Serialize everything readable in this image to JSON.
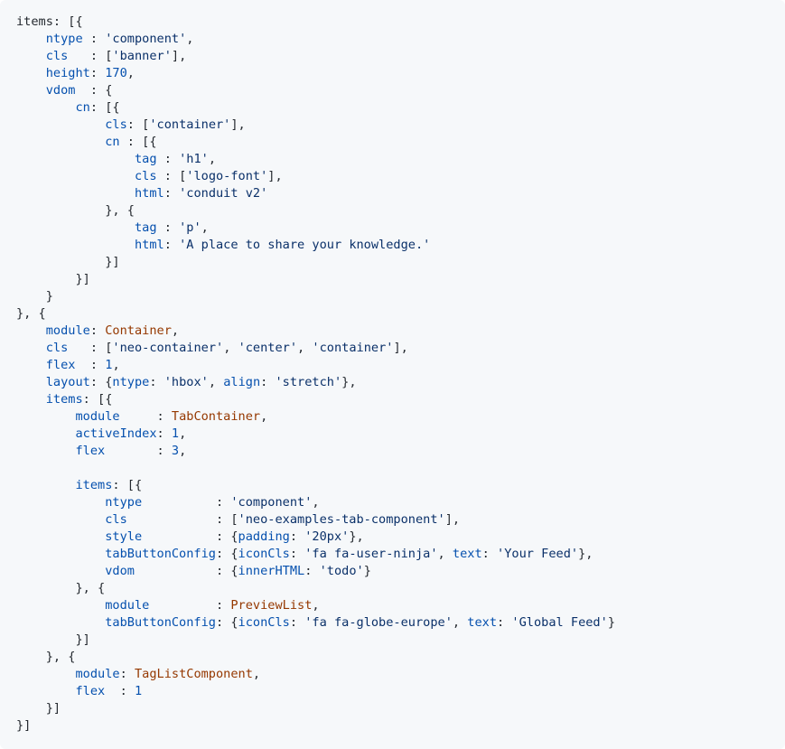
{
  "code_block": {
    "language": "javascript",
    "colors": {
      "background": "#f6f8fa",
      "plain": "#24292f",
      "key": "#0550ae",
      "string": "#0a3069",
      "number": "#0550ae",
      "identifier": "#953800"
    },
    "lines": [
      [
        {
          "t": "p",
          "v": "items: [{"
        }
      ],
      [
        {
          "t": "p",
          "v": "    "
        },
        {
          "t": "k",
          "v": "ntype"
        },
        {
          "t": "p",
          "v": " : "
        },
        {
          "t": "s",
          "v": "'component'"
        },
        {
          "t": "p",
          "v": ","
        }
      ],
      [
        {
          "t": "p",
          "v": "    "
        },
        {
          "t": "k",
          "v": "cls"
        },
        {
          "t": "p",
          "v": "   : ["
        },
        {
          "t": "s",
          "v": "'banner'"
        },
        {
          "t": "p",
          "v": "],"
        }
      ],
      [
        {
          "t": "p",
          "v": "    "
        },
        {
          "t": "k",
          "v": "height"
        },
        {
          "t": "p",
          "v": ": "
        },
        {
          "t": "n",
          "v": "170"
        },
        {
          "t": "p",
          "v": ","
        }
      ],
      [
        {
          "t": "p",
          "v": "    "
        },
        {
          "t": "k",
          "v": "vdom"
        },
        {
          "t": "p",
          "v": "  : {"
        }
      ],
      [
        {
          "t": "p",
          "v": "        "
        },
        {
          "t": "k",
          "v": "cn"
        },
        {
          "t": "p",
          "v": ": [{"
        }
      ],
      [
        {
          "t": "p",
          "v": "            "
        },
        {
          "t": "k",
          "v": "cls"
        },
        {
          "t": "p",
          "v": ": ["
        },
        {
          "t": "s",
          "v": "'container'"
        },
        {
          "t": "p",
          "v": "],"
        }
      ],
      [
        {
          "t": "p",
          "v": "            "
        },
        {
          "t": "k",
          "v": "cn"
        },
        {
          "t": "p",
          "v": " : [{"
        }
      ],
      [
        {
          "t": "p",
          "v": "                "
        },
        {
          "t": "k",
          "v": "tag"
        },
        {
          "t": "p",
          "v": " : "
        },
        {
          "t": "s",
          "v": "'h1'"
        },
        {
          "t": "p",
          "v": ","
        }
      ],
      [
        {
          "t": "p",
          "v": "                "
        },
        {
          "t": "k",
          "v": "cls"
        },
        {
          "t": "p",
          "v": " : ["
        },
        {
          "t": "s",
          "v": "'logo-font'"
        },
        {
          "t": "p",
          "v": "],"
        }
      ],
      [
        {
          "t": "p",
          "v": "                "
        },
        {
          "t": "k",
          "v": "html"
        },
        {
          "t": "p",
          "v": ": "
        },
        {
          "t": "s",
          "v": "'conduit v2'"
        }
      ],
      [
        {
          "t": "p",
          "v": "            }, {"
        }
      ],
      [
        {
          "t": "p",
          "v": "                "
        },
        {
          "t": "k",
          "v": "tag"
        },
        {
          "t": "p",
          "v": " : "
        },
        {
          "t": "s",
          "v": "'p'"
        },
        {
          "t": "p",
          "v": ","
        }
      ],
      [
        {
          "t": "p",
          "v": "                "
        },
        {
          "t": "k",
          "v": "html"
        },
        {
          "t": "p",
          "v": ": "
        },
        {
          "t": "s",
          "v": "'A place to share your knowledge.'"
        }
      ],
      [
        {
          "t": "p",
          "v": "            }]"
        }
      ],
      [
        {
          "t": "p",
          "v": "        }]"
        }
      ],
      [
        {
          "t": "p",
          "v": "    }"
        }
      ],
      [
        {
          "t": "p",
          "v": "}, {"
        }
      ],
      [
        {
          "t": "p",
          "v": "    "
        },
        {
          "t": "k",
          "v": "module"
        },
        {
          "t": "p",
          "v": ": "
        },
        {
          "t": "m",
          "v": "Container"
        },
        {
          "t": "p",
          "v": ","
        }
      ],
      [
        {
          "t": "p",
          "v": "    "
        },
        {
          "t": "k",
          "v": "cls"
        },
        {
          "t": "p",
          "v": "   : ["
        },
        {
          "t": "s",
          "v": "'neo-container'"
        },
        {
          "t": "p",
          "v": ", "
        },
        {
          "t": "s",
          "v": "'center'"
        },
        {
          "t": "p",
          "v": ", "
        },
        {
          "t": "s",
          "v": "'container'"
        },
        {
          "t": "p",
          "v": "],"
        }
      ],
      [
        {
          "t": "p",
          "v": "    "
        },
        {
          "t": "k",
          "v": "flex"
        },
        {
          "t": "p",
          "v": "  : "
        },
        {
          "t": "n",
          "v": "1"
        },
        {
          "t": "p",
          "v": ","
        }
      ],
      [
        {
          "t": "p",
          "v": "    "
        },
        {
          "t": "k",
          "v": "layout"
        },
        {
          "t": "p",
          "v": ": {"
        },
        {
          "t": "k",
          "v": "ntype"
        },
        {
          "t": "p",
          "v": ": "
        },
        {
          "t": "s",
          "v": "'hbox'"
        },
        {
          "t": "p",
          "v": ", "
        },
        {
          "t": "k",
          "v": "align"
        },
        {
          "t": "p",
          "v": ": "
        },
        {
          "t": "s",
          "v": "'stretch'"
        },
        {
          "t": "p",
          "v": "},"
        }
      ],
      [
        {
          "t": "p",
          "v": "    "
        },
        {
          "t": "k",
          "v": "items"
        },
        {
          "t": "p",
          "v": ": [{"
        }
      ],
      [
        {
          "t": "p",
          "v": "        "
        },
        {
          "t": "k",
          "v": "module"
        },
        {
          "t": "p",
          "v": "     : "
        },
        {
          "t": "m",
          "v": "TabContainer"
        },
        {
          "t": "p",
          "v": ","
        }
      ],
      [
        {
          "t": "p",
          "v": "        "
        },
        {
          "t": "k",
          "v": "activeIndex"
        },
        {
          "t": "p",
          "v": ": "
        },
        {
          "t": "n",
          "v": "1"
        },
        {
          "t": "p",
          "v": ","
        }
      ],
      [
        {
          "t": "p",
          "v": "        "
        },
        {
          "t": "k",
          "v": "flex"
        },
        {
          "t": "p",
          "v": "       : "
        },
        {
          "t": "n",
          "v": "3"
        },
        {
          "t": "p",
          "v": ","
        }
      ],
      [
        {
          "t": "p",
          "v": ""
        }
      ],
      [
        {
          "t": "p",
          "v": "        "
        },
        {
          "t": "k",
          "v": "items"
        },
        {
          "t": "p",
          "v": ": [{"
        }
      ],
      [
        {
          "t": "p",
          "v": "            "
        },
        {
          "t": "k",
          "v": "ntype"
        },
        {
          "t": "p",
          "v": "          : "
        },
        {
          "t": "s",
          "v": "'component'"
        },
        {
          "t": "p",
          "v": ","
        }
      ],
      [
        {
          "t": "p",
          "v": "            "
        },
        {
          "t": "k",
          "v": "cls"
        },
        {
          "t": "p",
          "v": "            : ["
        },
        {
          "t": "s",
          "v": "'neo-examples-tab-component'"
        },
        {
          "t": "p",
          "v": "],"
        }
      ],
      [
        {
          "t": "p",
          "v": "            "
        },
        {
          "t": "k",
          "v": "style"
        },
        {
          "t": "p",
          "v": "          : {"
        },
        {
          "t": "k",
          "v": "padding"
        },
        {
          "t": "p",
          "v": ": "
        },
        {
          "t": "s",
          "v": "'20px'"
        },
        {
          "t": "p",
          "v": "},"
        }
      ],
      [
        {
          "t": "p",
          "v": "            "
        },
        {
          "t": "k",
          "v": "tabButtonConfig"
        },
        {
          "t": "p",
          "v": ": {"
        },
        {
          "t": "k",
          "v": "iconCls"
        },
        {
          "t": "p",
          "v": ": "
        },
        {
          "t": "s",
          "v": "'fa fa-user-ninja'"
        },
        {
          "t": "p",
          "v": ", "
        },
        {
          "t": "k",
          "v": "text"
        },
        {
          "t": "p",
          "v": ": "
        },
        {
          "t": "s",
          "v": "'Your Feed'"
        },
        {
          "t": "p",
          "v": "},"
        }
      ],
      [
        {
          "t": "p",
          "v": "            "
        },
        {
          "t": "k",
          "v": "vdom"
        },
        {
          "t": "p",
          "v": "           : {"
        },
        {
          "t": "k",
          "v": "innerHTML"
        },
        {
          "t": "p",
          "v": ": "
        },
        {
          "t": "s",
          "v": "'todo'"
        },
        {
          "t": "p",
          "v": "}"
        }
      ],
      [
        {
          "t": "p",
          "v": "        }, {"
        }
      ],
      [
        {
          "t": "p",
          "v": "            "
        },
        {
          "t": "k",
          "v": "module"
        },
        {
          "t": "p",
          "v": "         : "
        },
        {
          "t": "m",
          "v": "PreviewList"
        },
        {
          "t": "p",
          "v": ","
        }
      ],
      [
        {
          "t": "p",
          "v": "            "
        },
        {
          "t": "k",
          "v": "tabButtonConfig"
        },
        {
          "t": "p",
          "v": ": {"
        },
        {
          "t": "k",
          "v": "iconCls"
        },
        {
          "t": "p",
          "v": ": "
        },
        {
          "t": "s",
          "v": "'fa fa-globe-europe'"
        },
        {
          "t": "p",
          "v": ", "
        },
        {
          "t": "k",
          "v": "text"
        },
        {
          "t": "p",
          "v": ": "
        },
        {
          "t": "s",
          "v": "'Global Feed'"
        },
        {
          "t": "p",
          "v": "}"
        }
      ],
      [
        {
          "t": "p",
          "v": "        }]"
        }
      ],
      [
        {
          "t": "p",
          "v": "    }, {"
        }
      ],
      [
        {
          "t": "p",
          "v": "        "
        },
        {
          "t": "k",
          "v": "module"
        },
        {
          "t": "p",
          "v": ": "
        },
        {
          "t": "m",
          "v": "TagListComponent"
        },
        {
          "t": "p",
          "v": ","
        }
      ],
      [
        {
          "t": "p",
          "v": "        "
        },
        {
          "t": "k",
          "v": "flex"
        },
        {
          "t": "p",
          "v": "  : "
        },
        {
          "t": "n",
          "v": "1"
        }
      ],
      [
        {
          "t": "p",
          "v": "    }]"
        }
      ],
      [
        {
          "t": "p",
          "v": "}]"
        }
      ]
    ]
  }
}
